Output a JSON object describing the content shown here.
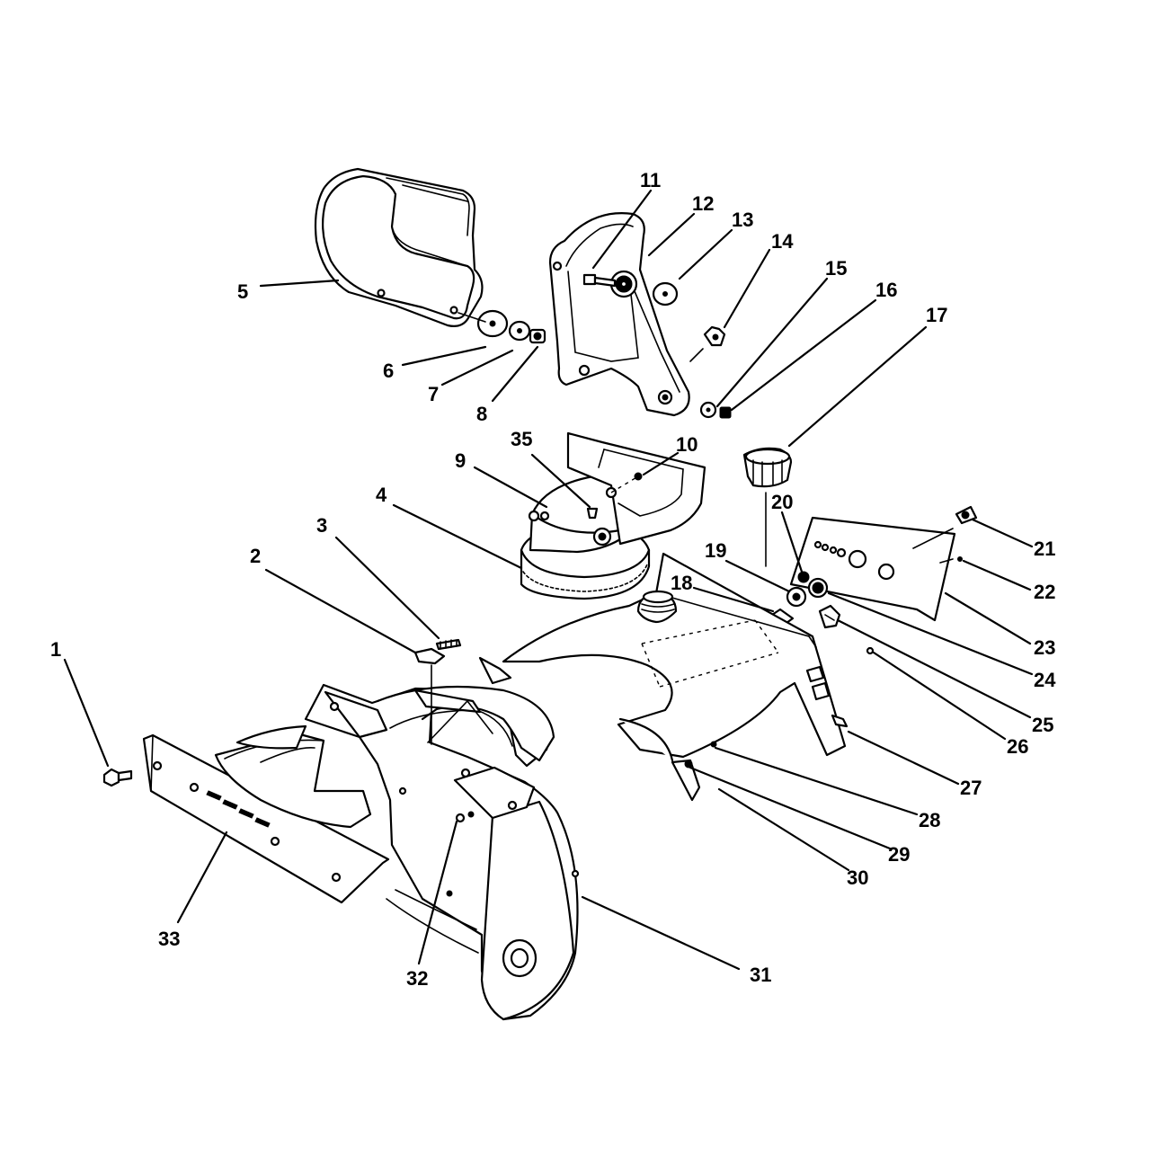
{
  "callouts": [
    {
      "id": "1",
      "text": "1"
    },
    {
      "id": "2",
      "text": "2"
    },
    {
      "id": "3",
      "text": "3"
    },
    {
      "id": "4",
      "text": "4"
    },
    {
      "id": "5",
      "text": "5"
    },
    {
      "id": "6",
      "text": "6"
    },
    {
      "id": "7",
      "text": "7"
    },
    {
      "id": "8",
      "text": "8"
    },
    {
      "id": "9",
      "text": "9"
    },
    {
      "id": "10",
      "text": "10"
    },
    {
      "id": "11",
      "text": "11"
    },
    {
      "id": "12",
      "text": "12"
    },
    {
      "id": "13",
      "text": "13"
    },
    {
      "id": "14",
      "text": "14"
    },
    {
      "id": "15",
      "text": "15"
    },
    {
      "id": "16",
      "text": "16"
    },
    {
      "id": "17",
      "text": "17"
    },
    {
      "id": "18",
      "text": "18"
    },
    {
      "id": "19",
      "text": "19"
    },
    {
      "id": "20",
      "text": "20"
    },
    {
      "id": "21",
      "text": "21"
    },
    {
      "id": "22",
      "text": "22"
    },
    {
      "id": "23",
      "text": "23"
    },
    {
      "id": "24",
      "text": "24"
    },
    {
      "id": "25",
      "text": "25"
    },
    {
      "id": "26",
      "text": "26"
    },
    {
      "id": "27",
      "text": "27"
    },
    {
      "id": "28",
      "text": "28"
    },
    {
      "id": "29",
      "text": "29"
    },
    {
      "id": "30",
      "text": "30"
    },
    {
      "id": "31",
      "text": "31"
    },
    {
      "id": "32",
      "text": "32"
    },
    {
      "id": "33",
      "text": "33"
    },
    {
      "id": "35",
      "text": "35"
    }
  ],
  "colors": {
    "ink": "#000000",
    "paper": "#ffffff"
  }
}
